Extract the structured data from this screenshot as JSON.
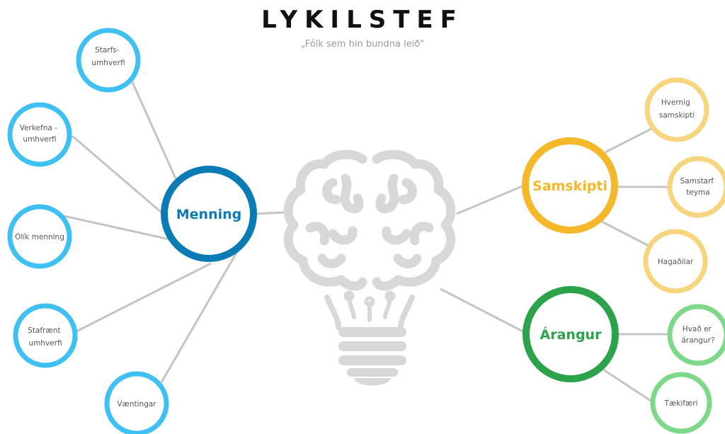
{
  "title": "LYKILSTEF",
  "subtitle": "„Fólk sem hin bundna leið“",
  "colors": {
    "menning": "#0a7bb5",
    "menning_small": "#3ec1f2",
    "samskipti": "#f4b82a",
    "samskipti_small": "#f7d57e",
    "arangur": "#2ca34a",
    "arangur_small": "#7dd889",
    "line": "#c4c4c4",
    "bulb": "#d8d8d8"
  },
  "icons": {
    "center": "brain-lightbulb-icon"
  },
  "hubs": {
    "menning": "Menning",
    "samskipti": "Samskipti",
    "arangur": "Árangur"
  },
  "nodes": {
    "starfsumhverfi": [
      "Starfs-",
      "umhverfi"
    ],
    "verkefnaumhverfi": [
      "Verkefna -",
      "umhverfi"
    ],
    "olik_menning": [
      "Ólík menning"
    ],
    "stafraent": [
      "Stafrænt",
      "umhverfi"
    ],
    "vaentingar": [
      "Væntingar"
    ],
    "hvernig": [
      "Hvernig",
      "samskipti"
    ],
    "samstarf": [
      "Samstarf",
      "teyma"
    ],
    "hagadilar": [
      "Hagaðilar"
    ],
    "hvad_er": [
      "Hvað er",
      "árangur?"
    ],
    "taekifaeri": [
      "Tækifæri"
    ]
  }
}
